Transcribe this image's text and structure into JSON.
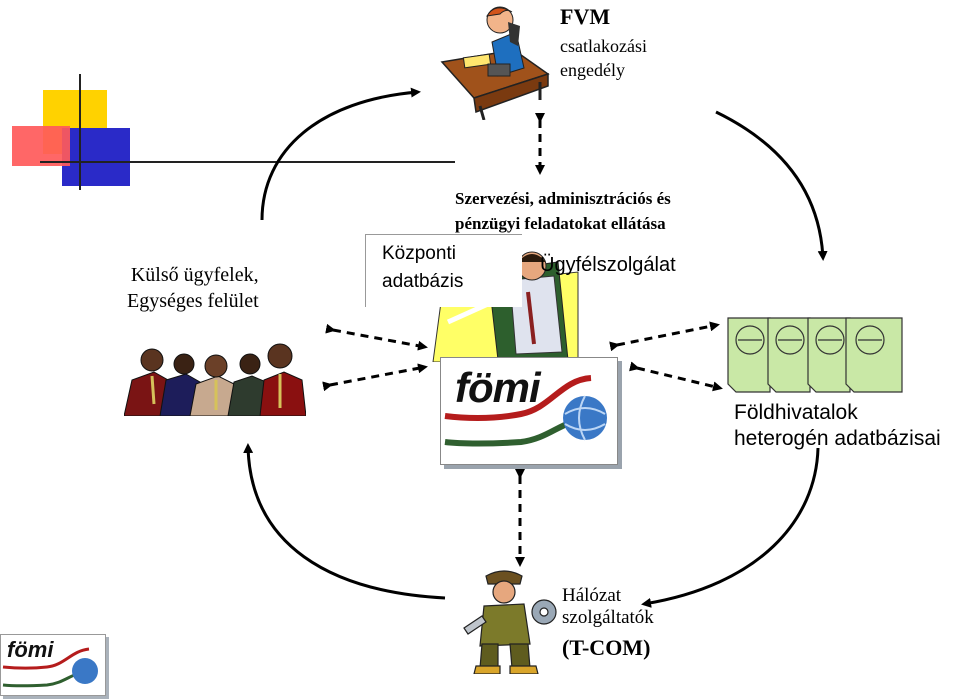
{
  "fvm": {
    "title": "FVM",
    "subtitle": "csatlakozási\nengedély",
    "icon": "office-worker-on-phone-icon"
  },
  "center": {
    "tasks": "Szervezési, adminisztrációs és\npénzügyi feladatokat ellátása",
    "database_label": "Központi\nadatbázis",
    "service_label": "Ügyfélszolgálat",
    "logo_text": "fömi",
    "icon": "service-clerk-icon"
  },
  "clients": {
    "label": "Külső ügyfelek,\nEgységes felület",
    "icon": "business-people-group-icon"
  },
  "land_offices": {
    "label": "Földhivatalok\nheterogén adatbázisai",
    "icon": "globe-documents-icon"
  },
  "network": {
    "label": "Hálózat\nszolgáltatók",
    "provider": "(T-COM)",
    "icon": "mechanic-with-tools-icon"
  },
  "footer_logo": {
    "text": "fömi"
  },
  "colors": {
    "red": "#b51c1c",
    "dark_green": "#2f5f2f",
    "globe_blue": "#3a78c6",
    "deco_yellow": "#ffd200",
    "deco_blue": "#2a2ac8",
    "deco_red": "#ff5a5a",
    "document_green": "#c9e8a6"
  }
}
